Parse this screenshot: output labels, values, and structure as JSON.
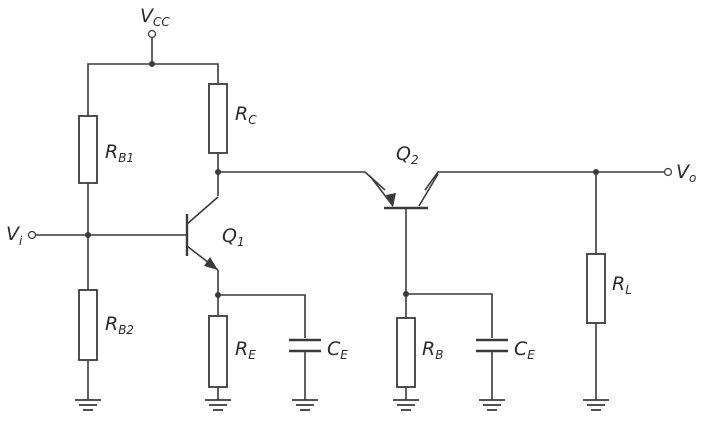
{
  "labels": {
    "vcc": {
      "main": "V",
      "sub": "CC"
    },
    "vi": {
      "main": "V",
      "sub": "i"
    },
    "vo": {
      "main": "V",
      "sub": "o"
    },
    "rb1": {
      "main": "R",
      "sub": "B1"
    },
    "rb2": {
      "main": "R",
      "sub": "B2"
    },
    "rc": {
      "main": "R",
      "sub": "C"
    },
    "re": {
      "main": "R",
      "sub": "E"
    },
    "ce1": {
      "main": "C",
      "sub": "E"
    },
    "rb": {
      "main": "R",
      "sub": "B"
    },
    "ce2": {
      "main": "C",
      "sub": "E"
    },
    "rl": {
      "main": "R",
      "sub": "L"
    },
    "q1": {
      "main": "Q",
      "sub": "1"
    },
    "q2": {
      "main": "Q",
      "sub": "2"
    }
  },
  "colors": {
    "ink": "#3a3a3a",
    "background": "#ffffff"
  }
}
